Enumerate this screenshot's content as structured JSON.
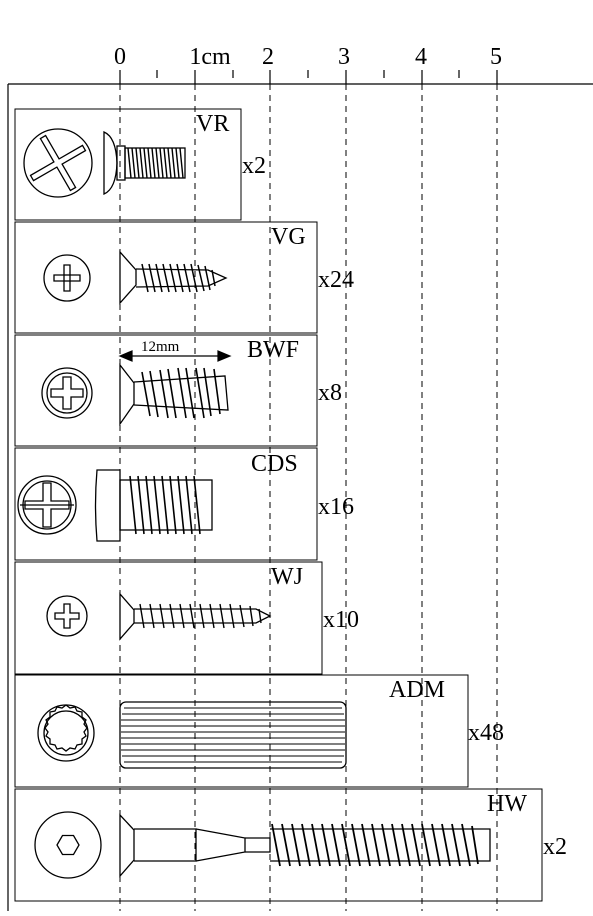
{
  "ruler": {
    "labels": [
      "0",
      "1cm",
      "2",
      "3",
      "4",
      "5"
    ]
  },
  "dimension": {
    "label": "12mm"
  },
  "parts": [
    {
      "code": "VR",
      "qty": "x2",
      "icon": "phillips-truss-head-icon"
    },
    {
      "code": "VG",
      "qty": "x24",
      "icon": "phillips-flat-head-screw-icon"
    },
    {
      "code": "BWF",
      "qty": "x8",
      "icon": "euro-screw-icon"
    },
    {
      "code": "CDS",
      "qty": "x16",
      "icon": "pan-head-screw-icon"
    },
    {
      "code": "WJ",
      "qty": "x10",
      "icon": "fine-thread-screw-icon"
    },
    {
      "code": "ADM",
      "qty": "x48",
      "icon": "wooden-dowel-icon"
    },
    {
      "code": "HW",
      "qty": "x2",
      "icon": "hex-confirmat-screw-icon"
    }
  ]
}
